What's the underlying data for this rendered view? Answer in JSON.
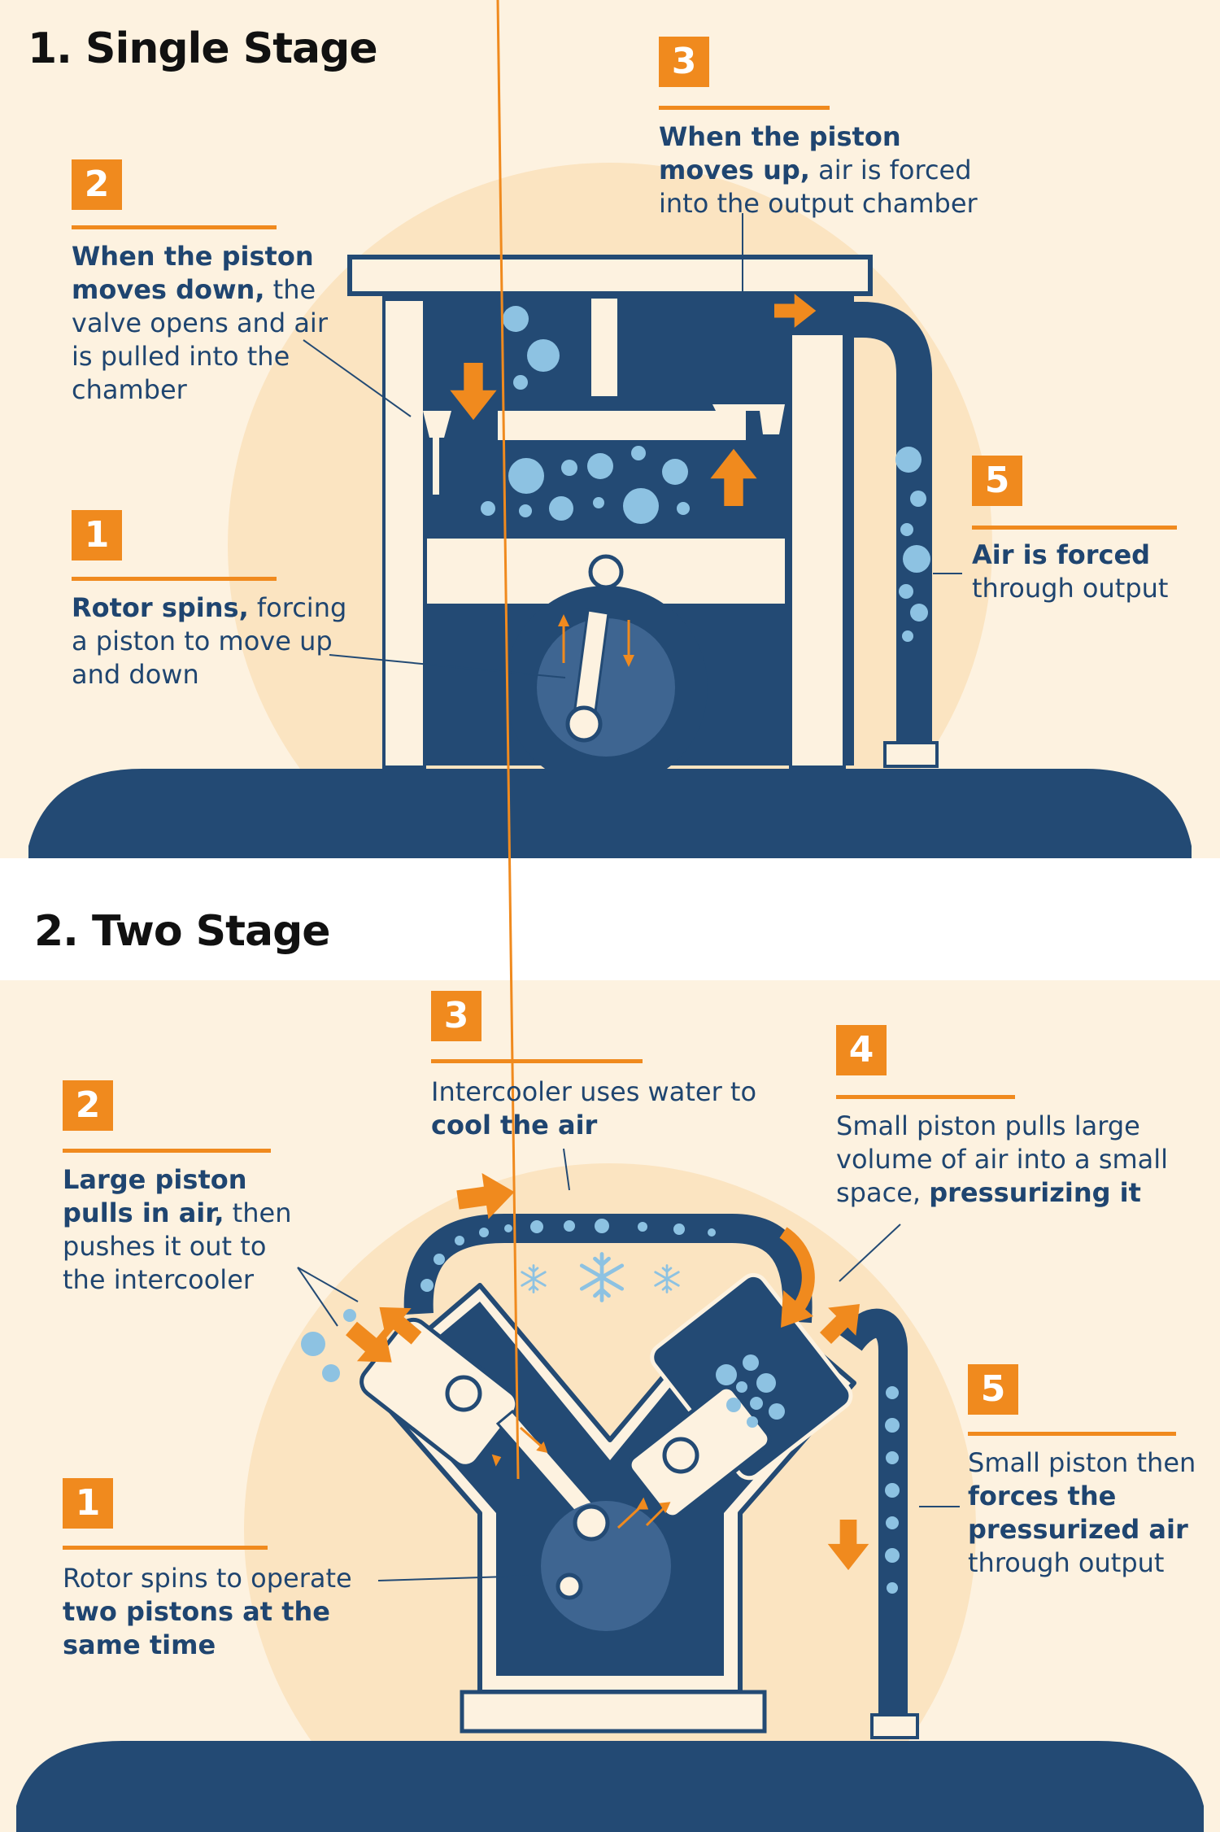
{
  "section1": {
    "title": "1. Single Stage",
    "steps": [
      {
        "num": "1",
        "bold": "Rotor spins,",
        "rest": " forcing a piston to move up and down"
      },
      {
        "num": "2",
        "bold": "When the piston moves down,",
        "rest": " the valve opens and air is pulled into the chamber"
      },
      {
        "num": "3",
        "bold": "When the piston moves up,",
        "rest": " air is forced into the output chamber"
      },
      {
        "num": "5",
        "bold": "Air is forced",
        "rest": " through output"
      }
    ]
  },
  "section2": {
    "title": "2. Two Stage",
    "steps": [
      {
        "num": "1",
        "pre": "Rotor spins to operate ",
        "bold": "two pistons at the same time"
      },
      {
        "num": "2",
        "bold": "Large piston pulls in air,",
        "rest": " then pushes it out to the intercooler"
      },
      {
        "num": "3",
        "pre": "Intercooler uses water to ",
        "bold": "cool the air"
      },
      {
        "num": "4",
        "pre": "Small piston pulls large volume of air into a small space, ",
        "bold": "pressurizing it"
      },
      {
        "num": "5",
        "pre": "Small piston then ",
        "bold": "forces the pressurized air",
        "rest": " through output"
      }
    ]
  },
  "colors": {
    "navy": "#234a74",
    "orange": "#f08a1e",
    "cream": "#fdf2e0",
    "glow": "#fbe4c1",
    "bubble": "#8dc2e2"
  },
  "icons": [
    "snowflake-icon",
    "arrow-icon",
    "air-bubble-icon"
  ]
}
